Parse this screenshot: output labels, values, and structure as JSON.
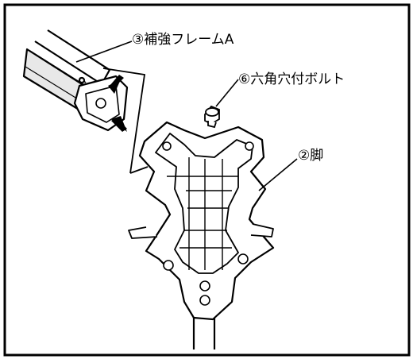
{
  "labels": {
    "frame_a": "③補強フレームA",
    "hex_bolt": "⑥六角穴付ボルト",
    "leg": "②脚"
  },
  "colors": {
    "ink": "#000000",
    "paper": "#ffffff",
    "frame_fill": "#e8e8e8"
  },
  "icons": {
    "insert_arrow": "arrow-icon",
    "bolt": "hex-socket-bolt"
  }
}
